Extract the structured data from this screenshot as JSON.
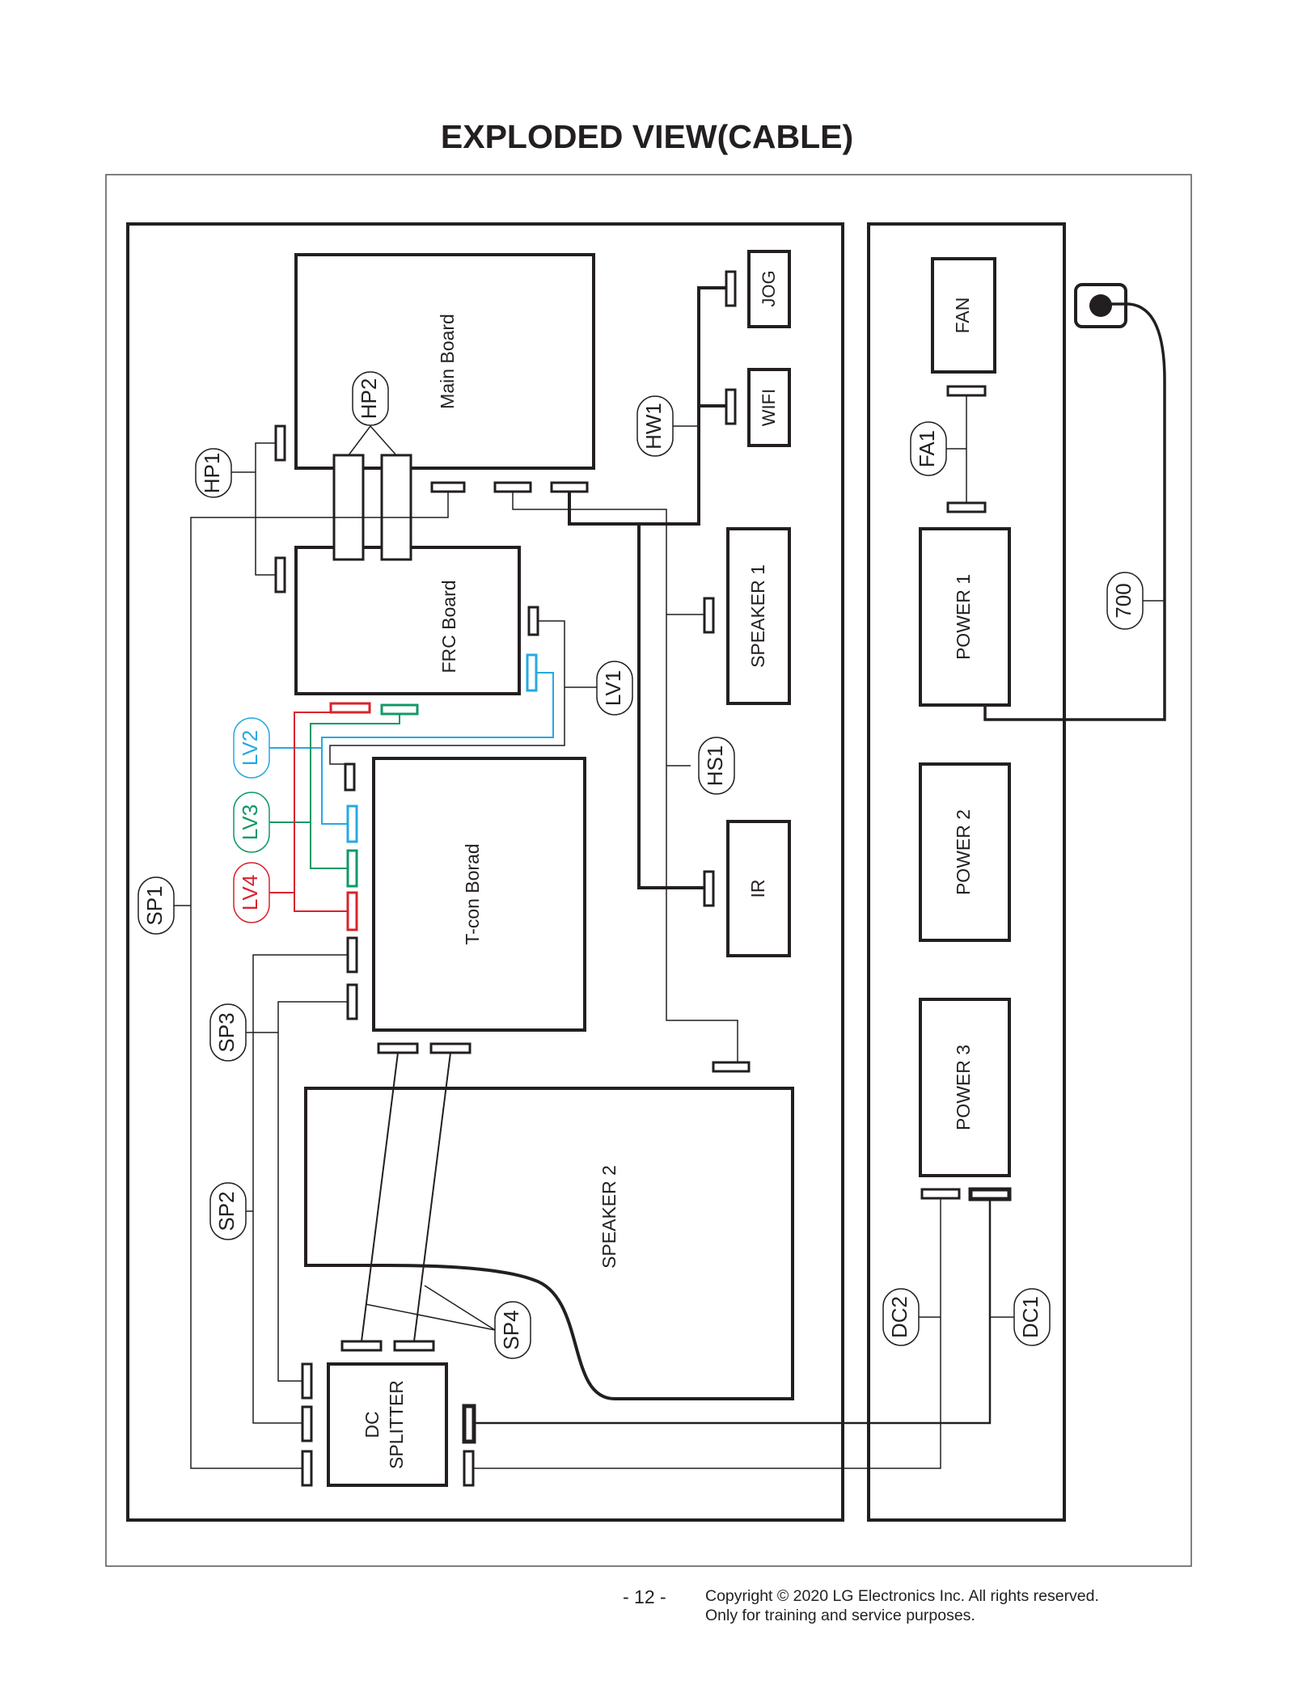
{
  "title": "EXPLODED VIEW(CABLE)",
  "boards": {
    "main_board": "Main Board",
    "frc_board": "FRC Board",
    "tcon_board": "T-con Borad",
    "speaker_2": "SPEAKER 2",
    "dc_splitter": [
      "DC",
      "SPLITTER"
    ],
    "jog": "JOG",
    "wifi": "WIFI",
    "speaker_1": "SPEAKER 1",
    "ir": "IR",
    "fan": "FAN",
    "power_1": "POWER 1",
    "power_2": "POWER 2",
    "power_3": "POWER 3"
  },
  "cables": {
    "hp1": "HP1",
    "hp2": "HP2",
    "hw1": "HW1",
    "lv1": "LV1",
    "lv2": "LV2",
    "lv3": "LV3",
    "lv4": "LV4",
    "hs1": "HS1",
    "sp1": "SP1",
    "sp2": "SP2",
    "sp3": "SP3",
    "sp4": "SP4",
    "fa1": "FA1",
    "c700": "700",
    "dc1": "DC1",
    "dc2": "DC2"
  },
  "colors": {
    "line": "#231f20",
    "lv2": "#27a9e1",
    "lv3": "#119966",
    "lv4": "#d9232e"
  },
  "footer": {
    "page_number": "- 12 -",
    "copyright_line1": "Copyright © 2020 LG Electronics Inc. All rights reserved.",
    "copyright_line2": "Only for training and service purposes."
  }
}
